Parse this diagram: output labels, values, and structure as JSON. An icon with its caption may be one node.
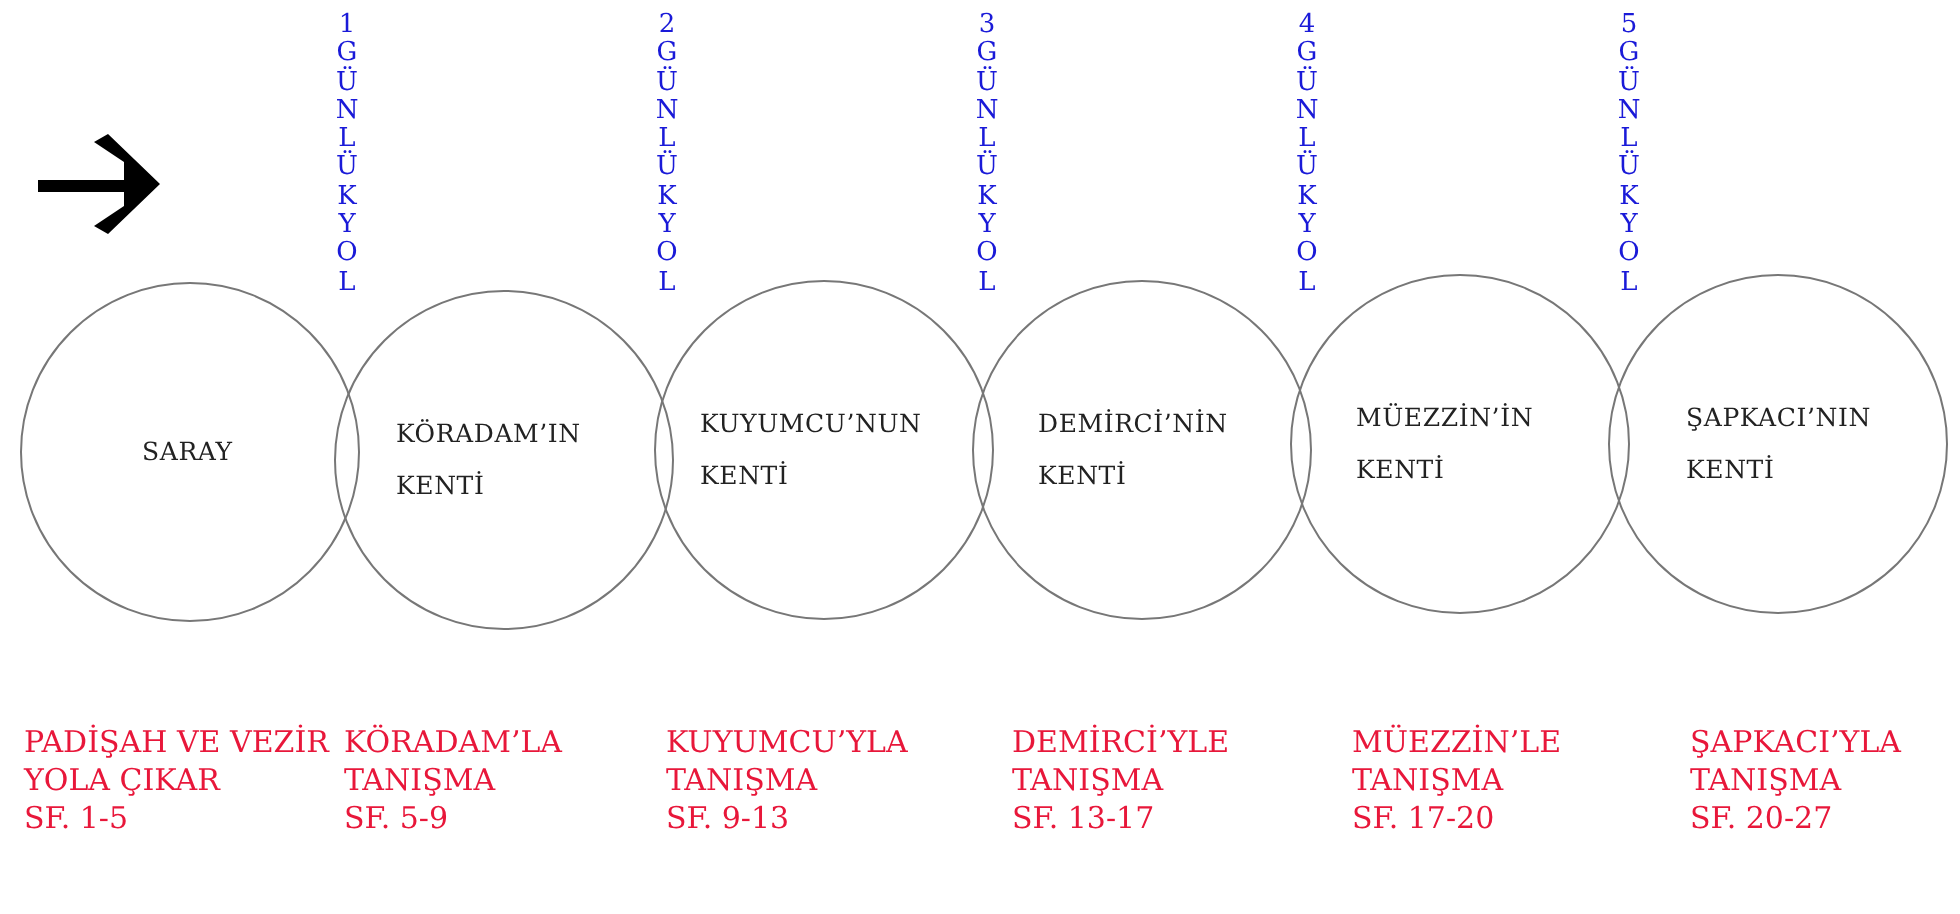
{
  "diagram": {
    "nodes": [
      {
        "text": [
          "SARAY"
        ],
        "beside": [
          "PADİŞAH VE VEZİR YOLA ÇIKAR",
          "SF. 1-5"
        ]
      },
      {
        "text": [
          "KÖRADAM’IN KENTİ"
        ],
        "beside": [
          "KÖRADAM’LA TANIŞMA",
          "SF. 5-9"
        ]
      },
      {
        "text": [
          "KUYUMCU’NUN KENTİ"
        ],
        "beside": [
          "KUYUMCU’YLA TANIŞMA",
          "SF. 9-13"
        ]
      },
      {
        "text": [
          "DEMİRCİ’NİN KENTİ"
        ],
        "beside": [
          "DEMİRCİ’YLE TANIŞMA",
          "SF. 13-17"
        ]
      },
      {
        "text": [
          "MÜEZZİN’İN KENTİ"
        ],
        "beside": [
          "MÜEZZİN’LE TANIŞMA",
          "SF. 17-20"
        ]
      },
      {
        "text": [
          "ŞAPKACI’NIN KENTİ"
        ],
        "beside": [
          "ŞAPKACI’YLA TANIŞMA",
          "SF. 20-27"
        ]
      }
    ],
    "labels": [
      "1 GÜNLÜK YOL",
      "2 GÜNLÜK YOL",
      "3 GÜNLÜK YOL",
      "4 GÜNLÜK YOL",
      "5 GÜNLÜK YOL"
    ]
  }
}
